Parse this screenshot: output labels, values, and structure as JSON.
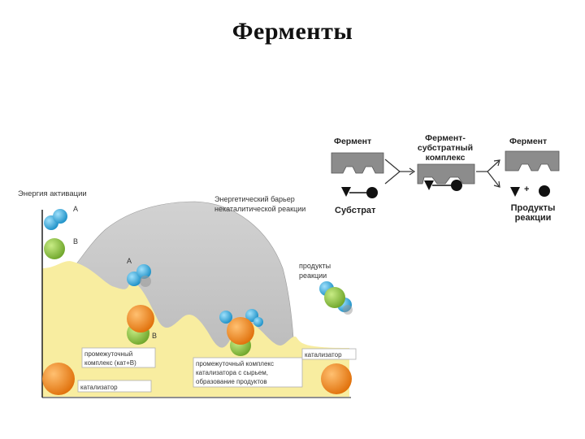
{
  "page": {
    "title": "Ферменты"
  },
  "energy_diagram": {
    "activation_energy_label": "Энергия активации",
    "reactant_a": "A",
    "reactant_b": "B",
    "barrier_label_line1": "Энергетический барьер",
    "barrier_label_line2": "некаталитической реакции",
    "inner_a": "A",
    "inner_b": "B",
    "products_line1": "продукты",
    "products_line2": "реакции",
    "intermediate1_line1": "промежуточный",
    "intermediate1_line2": "комплекс (кат+В)",
    "intermediate2_line1": "промежуточный комплекс",
    "intermediate2_line2": "катализатора с сырьем,",
    "intermediate2_line3": "образование продуктов",
    "catalyst_left": "катализатор",
    "catalyst_right": "катализатор"
  },
  "enzyme_scheme": {
    "enzyme_left": "Фермент",
    "complex_line1": "Фермент-",
    "complex_line2": "субстратный",
    "complex_line3": "комплекс",
    "enzyme_right": "Фермент",
    "substrate": "Субстрат",
    "plus": "+",
    "products_line1": "Продукты",
    "products_line2": "реакции"
  },
  "colors": {
    "yellow_fill": "#f8eda0",
    "barrier_fill": "#c6c6c6",
    "orange_ball": "#f08a1e",
    "green_ball": "#8dc63f",
    "blue_ball": "#3aaee0",
    "enzyme_gray": "#8c8c8c"
  }
}
